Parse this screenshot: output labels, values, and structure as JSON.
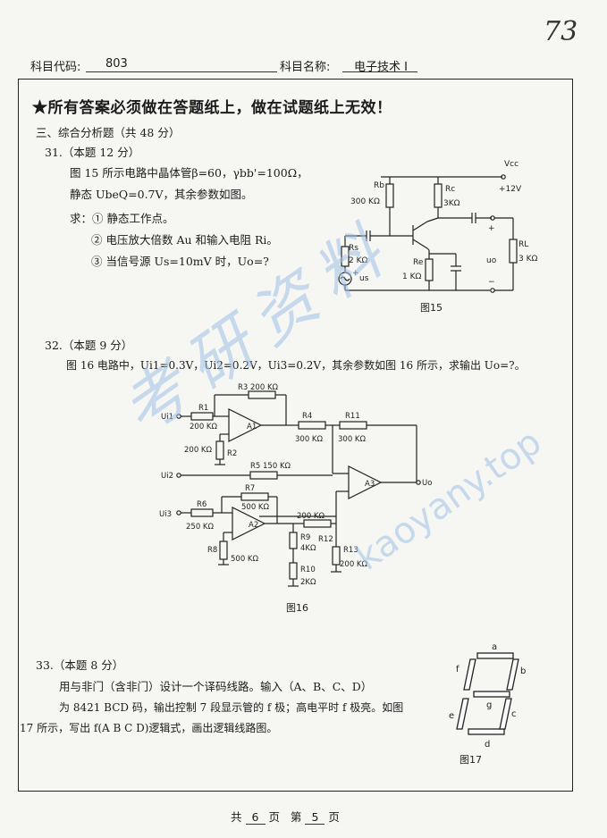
{
  "corner_mark": "73",
  "header": {
    "code_label": "科目代码:",
    "code_value": "803",
    "name_label": "科目名称:",
    "name_value": "电子技术 I"
  },
  "notice": "★所有答案必须做在答题纸上，做在试题纸上无效！",
  "section_title": "三、综合分析题（共 48 分）",
  "q31": {
    "title": "31.（本题 12 分）",
    "line1": "图 15 所示电路中晶体管β=60，γbb'=100Ω，",
    "line2": "静态 UbeQ=0.7V，其余参数如图。",
    "ask": "求：① 静态工作点。",
    "ask2": "② 电压放大倍数 Au 和输入电阻 Ri。",
    "ask3": "③ 当信号源 Us=10mV 时，Uo=?"
  },
  "fig15": {
    "vcc": "Vcc",
    "vplus": "+12V",
    "rb": "Rb",
    "rb_val": "300 KΩ",
    "rc": "Rc",
    "rc_val": "3KΩ",
    "rs": "Rs",
    "rs_val": "2 KΩ",
    "re": "Re",
    "re_val": "1 KΩ",
    "rl": "RL",
    "rl_val": "3 KΩ",
    "us": "us",
    "uo": "uo",
    "plus": "+",
    "minus": "−",
    "caption": "图15"
  },
  "q32": {
    "title": "32.（本题 9 分）",
    "text": "图 16 电路中，Ui1=0.3V，Ui2=0.2V，Ui3=0.2V，其余参数如图 16 所示，求输出 Uo=?。"
  },
  "fig16": {
    "ui1": "Ui1",
    "ui2": "Ui2",
    "ui3": "Ui3",
    "uo": "Uo",
    "r3": "R3 200 KΩ",
    "r1": "R1",
    "r1_val": "200 KΩ",
    "r2": "R2",
    "r2_val": "200 KΩ",
    "r4": "R4",
    "r4_val": "300 KΩ",
    "r11": "R11",
    "r11_val": "300 KΩ",
    "r5": "R5 150 KΩ",
    "r6": "R6",
    "r6_val": "250 KΩ",
    "r7": "R7",
    "r7_val": "500 KΩ",
    "r8": "R8",
    "r8_val": "500 KΩ",
    "r9": "R9",
    "r9_val": "4KΩ",
    "r10": "R10",
    "r10_val": "2KΩ",
    "r12": "R12",
    "r12_val": "200 KΩ",
    "r13": "R13",
    "r13_val": "200 KΩ",
    "a1": "A1",
    "a2": "A2",
    "a3": "A3",
    "caption": "图16"
  },
  "q33": {
    "title": "33.（本题 8 分）",
    "line1": "用与非门（含非门）设计一个译码线路。输入（A、B、C、D）",
    "line2": "为 8421 BCD 码，输出控制 7 段显示管的 f 极；高电平时 f 极亮。如图",
    "line3": "17 所示，写出 f(A B C D)逻辑式，画出逻辑线路图。"
  },
  "fig17": {
    "segments": [
      "a",
      "b",
      "c",
      "d",
      "e",
      "f",
      "g"
    ],
    "caption": "图17"
  },
  "footer": {
    "total_pre": "共",
    "total_num": "6",
    "total_post": "页",
    "page_pre": "第",
    "page_num": "5",
    "page_post": "页"
  },
  "watermark": {
    "cn": "考研资料",
    "url": "kaoyany.top"
  },
  "colors": {
    "ink": "#1b1b1b",
    "paper": "#f6f6f3",
    "watermark": "#9fc1e6"
  }
}
